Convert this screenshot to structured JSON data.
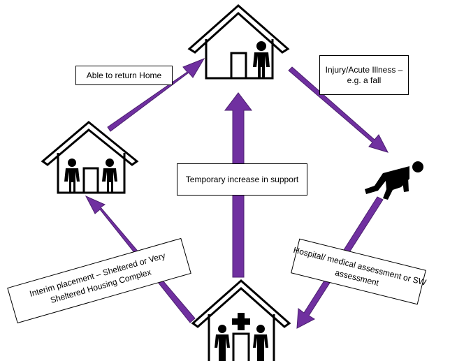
{
  "colors": {
    "arrow": "#7030a0",
    "arrow_edge": "#4b1f6f",
    "outline": "#000000",
    "fill": "#ffffff"
  },
  "icons": {
    "home_top": "house-with-person-icon",
    "home_left": "house-with-two-people-icon",
    "hospital": "house-with-cross-and-two-people-icon",
    "fall": "person-falling-icon"
  },
  "labels": {
    "return_home": "Able to return Home",
    "injury": "Injury/Acute Illness – e.g. a fall",
    "temporary": "Temporary increase in support",
    "hospital": "Hospital/ medical assessment or SW assessment",
    "interim": "Interim placement – Sheltered or Very Sheltered Housing Complex"
  }
}
